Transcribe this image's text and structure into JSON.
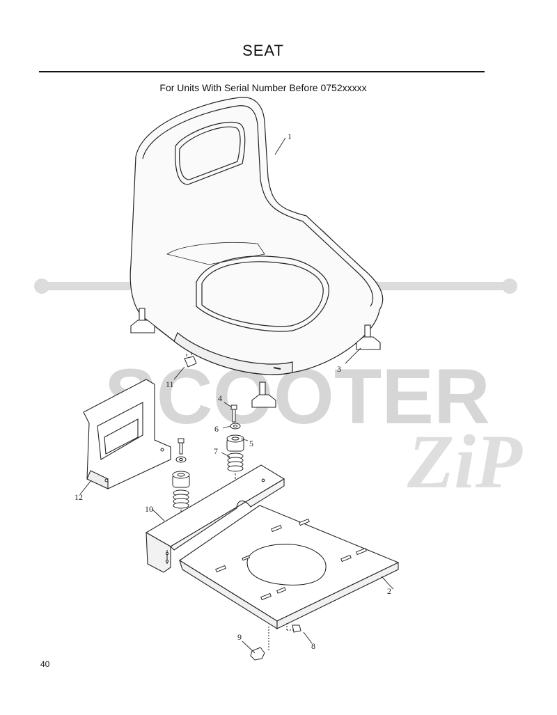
{
  "title": "SEAT",
  "subtitle": "For Units With Serial Number Before 0752xxxxx",
  "page_number": "40",
  "watermark": {
    "brand": "SCOOTER",
    "sub": "ZiP",
    "color": "#d9d9d9"
  },
  "callouts": {
    "c1": "1",
    "c2": "2",
    "c3": "3",
    "c4": "4",
    "c5": "5",
    "c6": "6",
    "c7": "7",
    "c8": "8",
    "c9": "9",
    "c10": "10",
    "c11": "11",
    "c12": "12"
  },
  "colors": {
    "ink": "#111111",
    "line": "#222222"
  }
}
